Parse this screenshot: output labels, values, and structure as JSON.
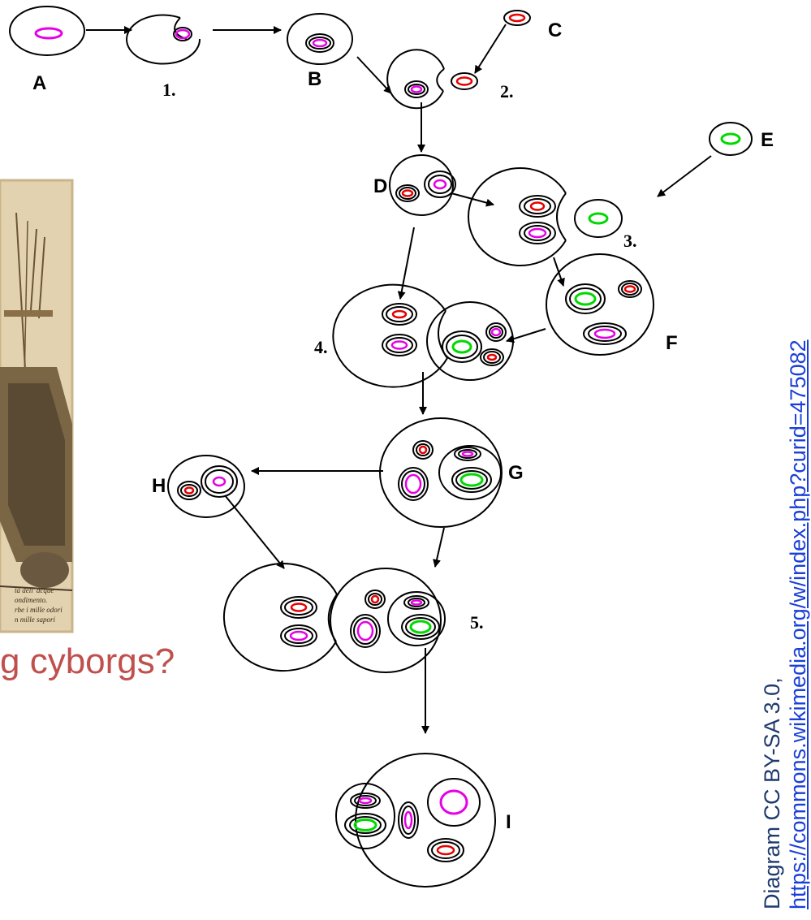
{
  "nodes": {
    "A": "A",
    "B": "B",
    "C": "C",
    "D": "D",
    "E": "E",
    "F": "F",
    "G": "G",
    "H": "H",
    "I": "I"
  },
  "steps": {
    "s1": "1.",
    "s2": "2.",
    "s3": "3.",
    "s4": "4.",
    "s5": "5."
  },
  "engraving_caption": [
    "tà dell' acque",
    "ondimento.",
    "rbe i mille odori",
    "n mille sapori"
  ],
  "slide_title": "g cyborgs?",
  "credit": {
    "line1": "Diagram CC BY-SA 3.0,",
    "line2": "https://commons.wikimedia.org/w/index.php?curid=475082"
  },
  "colors": {
    "magenta": "#e600e6",
    "red": "#e60000",
    "green": "#00d900",
    "title": "#c0504d",
    "link": "#1a3fd8"
  }
}
